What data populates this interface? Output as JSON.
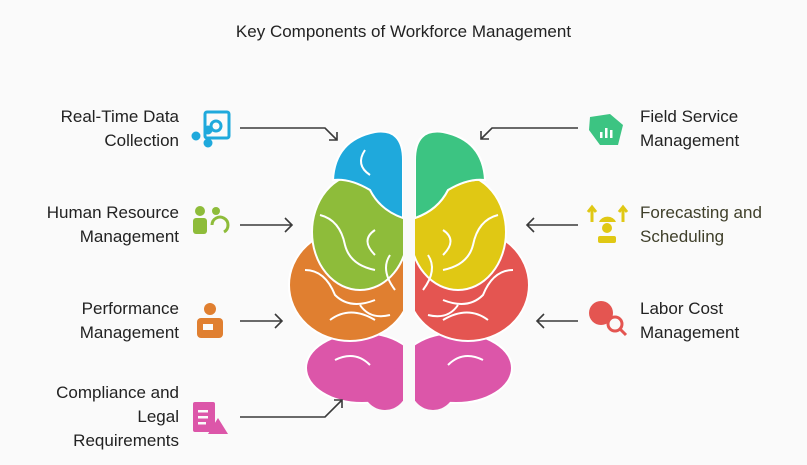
{
  "title": "Key Components of Workforce Management",
  "left": [
    {
      "label": "Real-Time Data Collection",
      "line1": "Real-Time Data",
      "line2": "Collection",
      "icon": "data-share-icon",
      "color": "#1fa9dc"
    },
    {
      "label": "Human Resource Management",
      "line1": "Human Resource",
      "line2": "Management",
      "icon": "people-sync-icon",
      "color": "#8ebc3a"
    },
    {
      "label": "Performance Management",
      "line1": "Performance",
      "line2": "Management",
      "icon": "worker-icon",
      "color": "#e07f30"
    },
    {
      "label": "Compliance and Legal Requirements",
      "line1": "Compliance and",
      "line2": "Legal",
      "line3": "Requirements",
      "icon": "clipboard-warning-icon",
      "color": "#dc56a9"
    }
  ],
  "right": [
    {
      "label": "Field Service Management",
      "line1": "Field Service",
      "line2": "Management",
      "icon": "chart-tag-icon",
      "color": "#3cc482"
    },
    {
      "label": "Forecasting and Scheduling",
      "line1": "Forecasting and",
      "line2": "Scheduling",
      "icon": "worker-arrows-icon",
      "color": "#e0c814"
    },
    {
      "label": "Labor Cost Management",
      "line1": "Labor Cost",
      "line2": "Management",
      "icon": "pie-search-icon",
      "color": "#e45551"
    }
  ]
}
